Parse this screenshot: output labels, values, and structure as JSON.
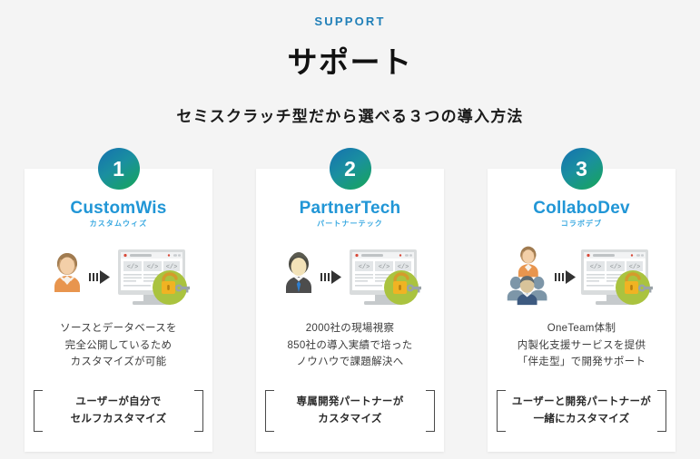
{
  "header": {
    "eyebrow": "SUPPORT",
    "title": "サポート",
    "subtitle": "セミスクラッチ型だから選べる３つの導入方法",
    "eyebrow_color": "#1f7fb8",
    "title_color": "#111111"
  },
  "theme": {
    "page_background": "#f4f4f4",
    "card_background": "#ffffff",
    "badge_gradient_start": "#1570b0",
    "badge_gradient_end": "#17a657",
    "card_title_color": "#2196d6",
    "ruby_color": "#38a8e0",
    "bracket_color": "#4a4a4a"
  },
  "cards": [
    {
      "number": "1",
      "title": "CustomWis",
      "ruby": "カスタムウィズ",
      "illustration": "user-to-monitor-unlock-icon",
      "desc_lines": [
        "ソースとデータベースを",
        "完全公開しているため",
        "カスタマイズが可能"
      ],
      "bracket_lines": [
        "ユーザーが自分で",
        "セルフカスタマイズ"
      ]
    },
    {
      "number": "2",
      "title": "PartnerTech",
      "ruby": "パートナーテック",
      "illustration": "businessman-to-monitor-unlock-icon",
      "desc_lines": [
        "2000社の現場視察",
        "850社の導入実績で培った",
        "ノウハウで課題解決へ"
      ],
      "bracket_lines": [
        "専属開発パートナーが",
        "カスタマイズ"
      ]
    },
    {
      "number": "3",
      "title": "CollaboDev",
      "ruby": "コラボデブ",
      "illustration": "user-and-team-to-monitor-unlock-icon",
      "desc_lines": [
        "OneTeam体制",
        "内製化支援サービスを提供",
        "「伴走型」で開発サポート"
      ],
      "bracket_lines": [
        "ユーザーと開発パートナーが",
        "一緒にカスタマイズ"
      ]
    }
  ]
}
